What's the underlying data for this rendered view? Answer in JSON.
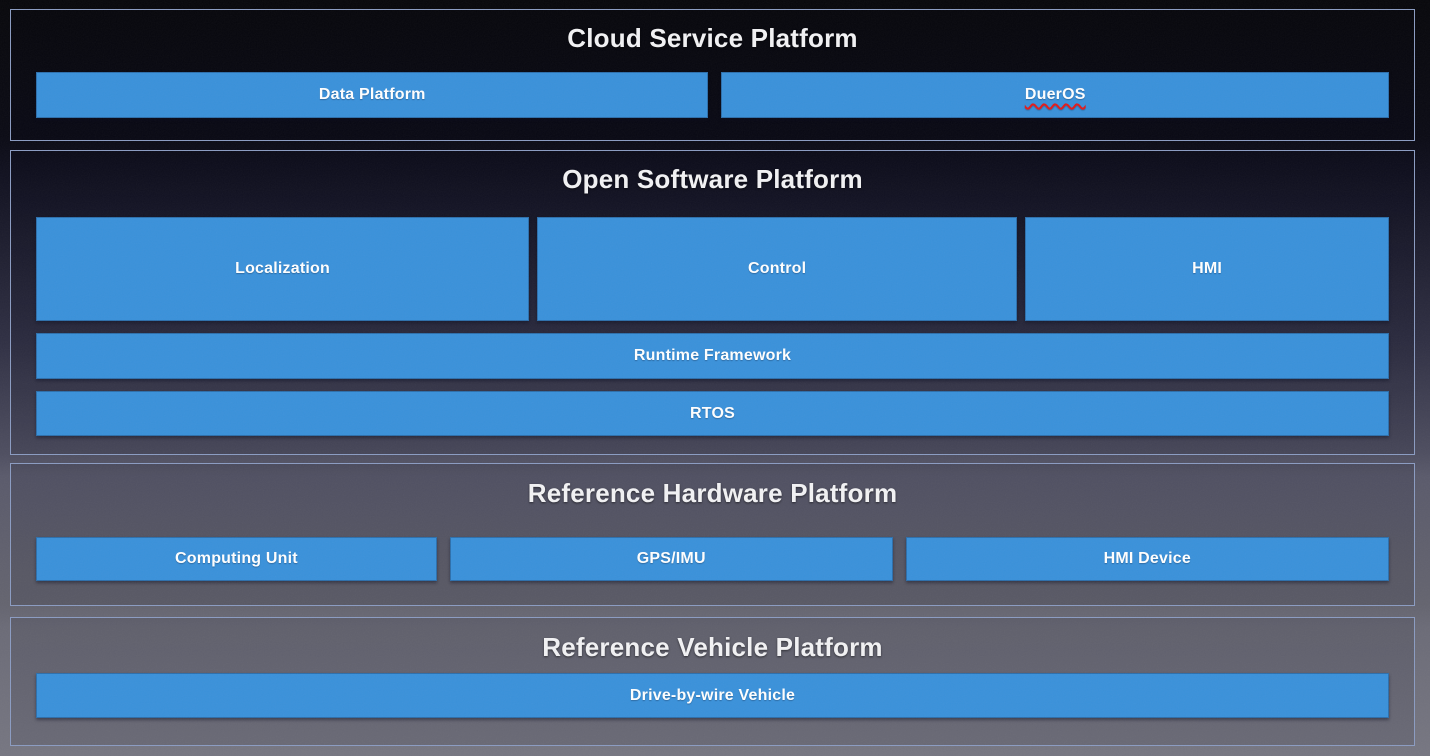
{
  "colors": {
    "accent_blue": "#3a91da",
    "panel_border": "#8b9cc2",
    "title_text": "#f2f2f4",
    "box_text": "#ffffff",
    "spellcheck_red": "#e21b1b"
  },
  "sections": [
    {
      "title": "Cloud Service Platform",
      "rows": [
        [
          "Data Platform",
          "DuerOS"
        ]
      ]
    },
    {
      "title": "Open Software Platform",
      "rows": [
        [
          "Localization",
          "Control",
          "HMI"
        ],
        [
          "Runtime Framework"
        ],
        [
          "RTOS"
        ]
      ]
    },
    {
      "title": "Reference Hardware Platform",
      "rows": [
        [
          "Computing Unit",
          "GPS/IMU",
          "HMI Device"
        ]
      ]
    },
    {
      "title": "Reference Vehicle Platform",
      "rows": [
        [
          "Drive-by-wire Vehicle"
        ]
      ]
    }
  ]
}
